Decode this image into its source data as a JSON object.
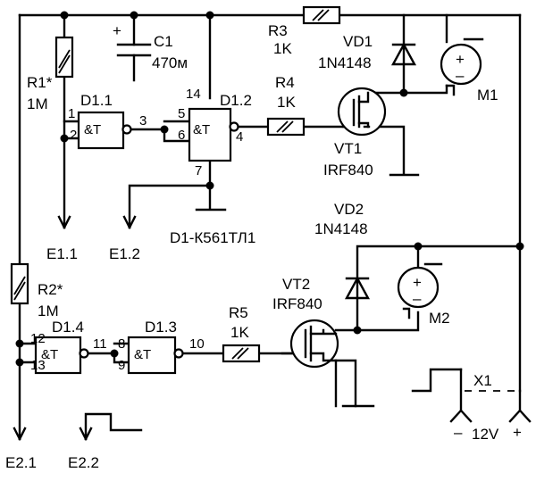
{
  "components": {
    "r1": {
      "ref": "R1*",
      "value": "1M"
    },
    "r2": {
      "ref": "R2*",
      "value": "1M"
    },
    "r3": {
      "ref": "R3",
      "value": "1K"
    },
    "r4": {
      "ref": "R4",
      "value": "1K"
    },
    "r5": {
      "ref": "R5",
      "value": "1K"
    },
    "c1": {
      "ref": "C1",
      "value": "470м",
      "polarity": "+"
    },
    "vd1": {
      "ref": "VD1",
      "part": "1N4148"
    },
    "vd2": {
      "ref": "VD2",
      "part": "1N4148"
    },
    "vt1": {
      "ref": "VT1",
      "part": "IRF840"
    },
    "vt2": {
      "ref": "VT2",
      "part": "IRF840"
    },
    "m1": {
      "ref": "M1",
      "plus": "+",
      "minus": "–"
    },
    "m2": {
      "ref": "M2",
      "plus": "+",
      "minus": "–"
    },
    "x1": {
      "ref": "X1",
      "minus": "–",
      "plus": "+",
      "voltage": "12V"
    }
  },
  "ic": {
    "part_label": "D1-К561ТЛ1",
    "gates": [
      {
        "ref": "D1.1",
        "symbol": "&T",
        "pins": [
          "1",
          "2",
          "3"
        ]
      },
      {
        "ref": "D1.2",
        "symbol": "&T",
        "pins": [
          "5",
          "6",
          "4"
        ],
        "power_pin": "14",
        "ground_pin": "7"
      },
      {
        "ref": "D1.3",
        "symbol": "&T",
        "pins": [
          "8",
          "9",
          "10"
        ]
      },
      {
        "ref": "D1.4",
        "symbol": "&T",
        "pins": [
          "12",
          "13",
          "11"
        ]
      }
    ]
  },
  "electrodes": [
    "E1.1",
    "E1.2",
    "E2.1",
    "E2.2"
  ]
}
